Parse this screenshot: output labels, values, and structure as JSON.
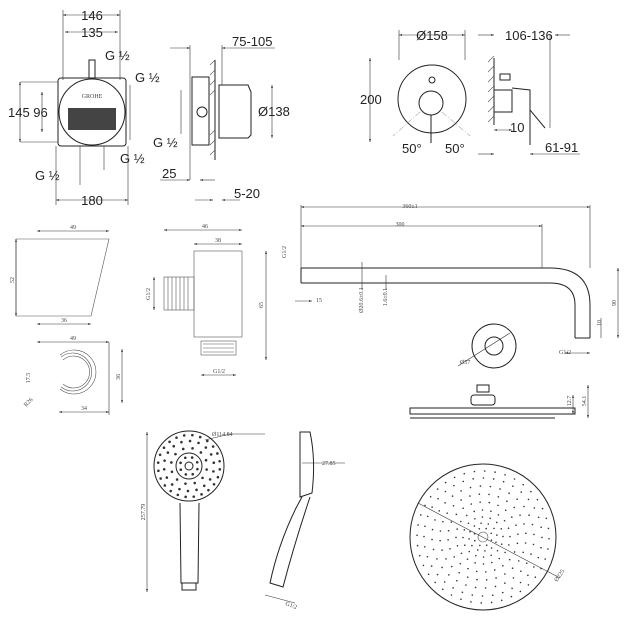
{
  "mixer_body_front": {
    "w146": "146",
    "w135": "135",
    "g_top": "G ½",
    "g_right": "G ½",
    "h145_96": "145 96",
    "g_bl": "G ½",
    "g_br": "G ½",
    "w180": "180",
    "logo": "GROHE"
  },
  "mixer_body_side": {
    "d75_105": "75-105",
    "d138": "Ø138",
    "g_left": "G ½",
    "d25": "25",
    "d5_20": "5-20"
  },
  "trim_plate": {
    "d158": "Ø158",
    "d106_136": "106-136",
    "h200": "200",
    "a_left": "50°",
    "a_right": "50°",
    "d10": "10",
    "d61_91": "61-91"
  },
  "holder": {
    "w49_top": "49",
    "h52": "52",
    "w36": "36",
    "w49_bottom": "49",
    "d17_5": "17.5",
    "r26": "R26",
    "h36": "36",
    "w34": "34"
  },
  "wall_outlet": {
    "w46": "46",
    "w38": "38",
    "g_side": "G1/2",
    "h65": "65",
    "g_bottom": "G1/2"
  },
  "shower_arm": {
    "l360": "360±1",
    "l300": "300",
    "g_left": "G1/2",
    "d15": "15",
    "d20_6": "Ø20.6±0.1",
    "d1_6": "1.6±0.1",
    "h90": "90",
    "d10": "10",
    "g_end": "G1/2",
    "d57": "Ø57"
  },
  "head_shower_side": {
    "h12_7": "12.7",
    "h54_1": "54.1"
  },
  "hand_shower": {
    "d114": "Ø114.84",
    "d27": "27.85",
    "l257": "257.79",
    "g": "G1/2"
  },
  "head_shower_top": {
    "d225": "Ø225"
  }
}
